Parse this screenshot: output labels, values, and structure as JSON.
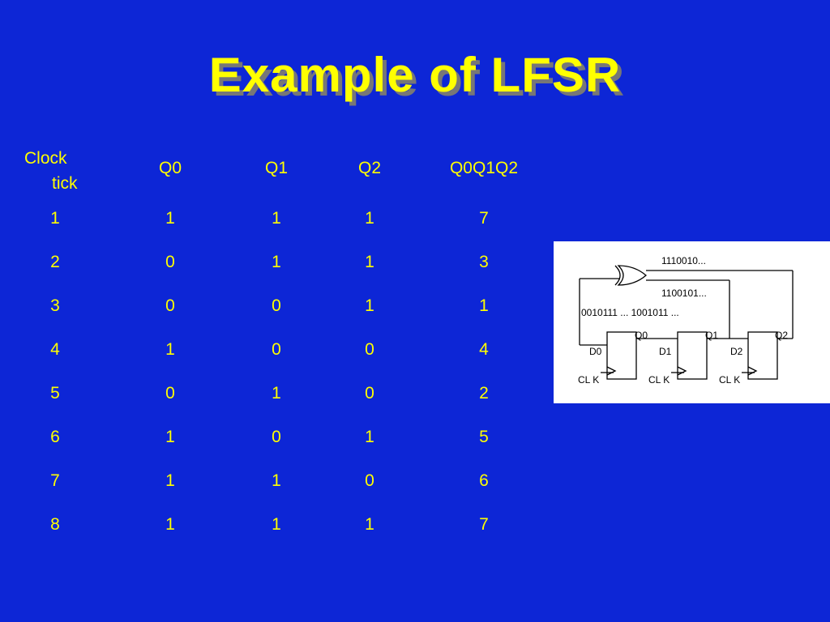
{
  "slide": {
    "title": "Example of LFSR"
  },
  "table": {
    "headers": {
      "clock_line1": "Clock",
      "clock_line2": "tick",
      "q0": "Q0",
      "q1": "Q1",
      "q2": "Q2",
      "combined": "Q0Q1Q2"
    },
    "rows": [
      {
        "tick": "1",
        "q0": "1",
        "q1": "1",
        "q2": "1",
        "combined": "7"
      },
      {
        "tick": "2",
        "q0": "0",
        "q1": "1",
        "q2": "1",
        "combined": "3"
      },
      {
        "tick": "3",
        "q0": "0",
        "q1": "0",
        "q2": "1",
        "combined": "1"
      },
      {
        "tick": "4",
        "q0": "1",
        "q1": "0",
        "q2": "0",
        "combined": "4"
      },
      {
        "tick": "5",
        "q0": "0",
        "q1": "1",
        "q2": "0",
        "combined": "2"
      },
      {
        "tick": "6",
        "q0": "1",
        "q1": "0",
        "q2": "1",
        "combined": "5"
      },
      {
        "tick": "7",
        "q0": "1",
        "q1": "1",
        "q2": "0",
        "combined": "6"
      },
      {
        "tick": "8",
        "q0": "1",
        "q1": "1",
        "q2": "1",
        "combined": "7"
      }
    ]
  },
  "diagram": {
    "seq_top": "1110010...",
    "seq_mid": "1100101...",
    "seq_left": "0010111 ... 1001011 ...",
    "q0": "Q0",
    "q1": "Q1",
    "q2": "Q2",
    "d0": "D0",
    "d1": "D1",
    "d2": "D2",
    "clk": "CL K"
  },
  "colors": {
    "background": "#0d26d6",
    "text": "#ffff00",
    "title_shadow": "#777777",
    "diagram_bg": "#ffffff"
  }
}
